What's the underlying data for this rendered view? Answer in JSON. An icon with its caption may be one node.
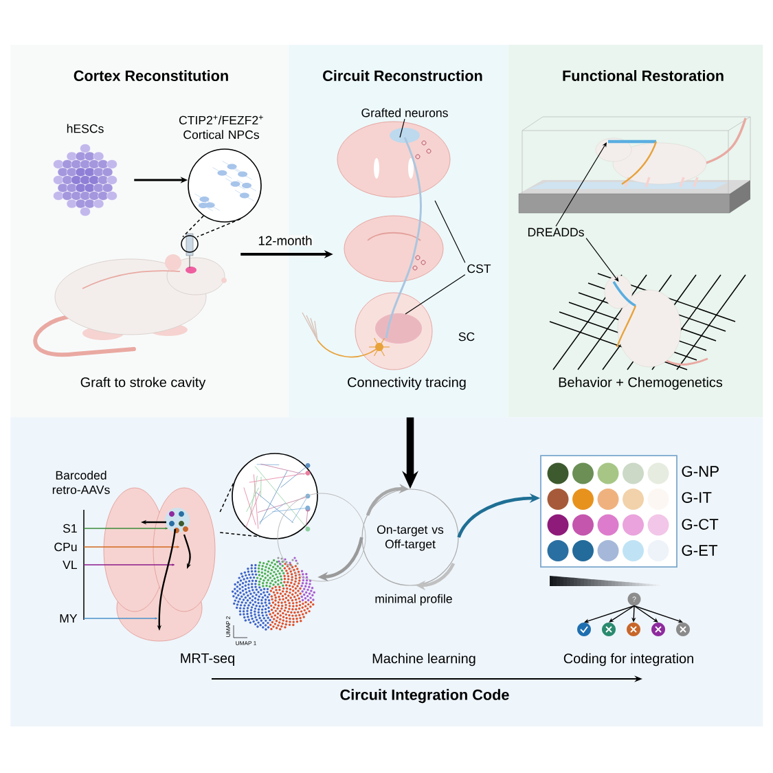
{
  "diagram": {
    "nodes": [
      {
        "text": [
          "Cortex Reconstitution"
        ]
      },
      {
        "text": [
          "Circuit Reconstruction"
        ]
      },
      {
        "text": [
          "Functional Restoration"
        ]
      },
      {
        "text": [
          "Circuit Integration Code"
        ]
      },
      {
        "text": [
          "hESCs"
        ],
        "in": 0
      },
      {
        "text": [
          "CTIP2$^{+}$/FEZF2$^{+}$ Cortical NPCs"
        ],
        "in": 0
      },
      {
        "text": [],
        "shape": "picture",
        "in": 0
      },
      {
        "text": [],
        "shape": "picture",
        "in": 1
      },
      {
        "text": [
          "Grafted neurons"
        ],
        "in": 1
      },
      {
        "text": [
          "CST"
        ],
        "in": 1
      },
      {
        "text": [],
        "shape": "picture",
        "in": 2
      },
      {
        "text": [
          "DREADDs"
        ],
        "in": 2
      },
      {
        "text": [],
        "shape": "picture",
        "in": 2
      },
      {
        "text": [
          "Barcoded retro-AAVs"
        ],
        "in": 3
      },
      {
        "text": [],
        "shape": "circle",
        "in": 3
      },
      {
        "text": [],
        "shape": "picture",
        "in": 3
      },
      {
        "text": [
          "On-target vs Off-target",
          "minimal profile"
        ],
        "in": 3
      },
      {
        "text": [],
        "shape": "box",
        "in": 3
      },
      {
        "text": [
          "?"
        ],
        "in": 3
      },
      {
        "text": [],
        "shape": "circle",
        "in": 3
      },
      {
        "text": [],
        "shape": "circle",
        "in": 3
      },
      {
        "text": [],
        "shape": "circle",
        "in": 3
      },
      {
        "text": [],
        "shape": "circle",
        "in": 3
      },
      {
        "text": [],
        "shape": "circle",
        "in": 3
      }
    ],
    "edges": [
      {
        "from": 4,
        "to": 5,
        "arrow": "to"
      },
      {
        "from": 5,
        "to": 6,
        "arrow": "none",
        "style": "dashed"
      },
      {
        "from": 5,
        "to": 6,
        "arrow": "none",
        "style": "dashed"
      },
      {
        "from": 6,
        "to": 7,
        "arrow": "to",
        "label": "12-month",
        "style": "thick"
      },
      {
        "from": 8,
        "to": 7,
        "arrow": "none"
      },
      {
        "from": 9,
        "to": 7,
        "arrow": "none"
      },
      {
        "from": 9,
        "to": 7,
        "arrow": "none"
      },
      {
        "from": 11,
        "to": 10,
        "arrow": "to"
      },
      {
        "from": 11,
        "to": 12,
        "arrow": "to"
      },
      {
        "from": 1,
        "to": 16,
        "arrow": "to",
        "style": "thick"
      },
      {
        "from": 13,
        "to": 14,
        "arrow": "none",
        "style": "dashed"
      },
      {
        "from": 13,
        "to": 14,
        "arrow": "none",
        "style": "dashed"
      },
      {
        "from": 16,
        "to": 15,
        "arrow": "to",
        "style": "thick",
        "color": "#9a9a9a"
      },
      {
        "from": 16,
        "to": 17,
        "arrow": "to",
        "style": "thick",
        "color": "#1f6f94"
      },
      {
        "from": 18,
        "to": 19,
        "arrow": "to"
      },
      {
        "from": 18,
        "to": 20,
        "arrow": "to"
      },
      {
        "from": 18,
        "to": 21,
        "arrow": "to"
      },
      {
        "from": 18,
        "to": 22,
        "arrow": "to"
      },
      {
        "from": 18,
        "to": 23,
        "arrow": "to"
      }
    ],
    "labels": [
      "SC",
      "Graft to stroke cavity",
      "Connectivity tracing",
      "Behavior + Chemogenetics",
      "G-NP",
      "G-IT",
      "S1",
      "G-CT",
      "CPu",
      "G-ET",
      "VL",
      "MY",
      "UMAP 2",
      "UMAP 1",
      "MRT-seq",
      "Machine learning",
      "Coding for integration"
    ]
  }
}
